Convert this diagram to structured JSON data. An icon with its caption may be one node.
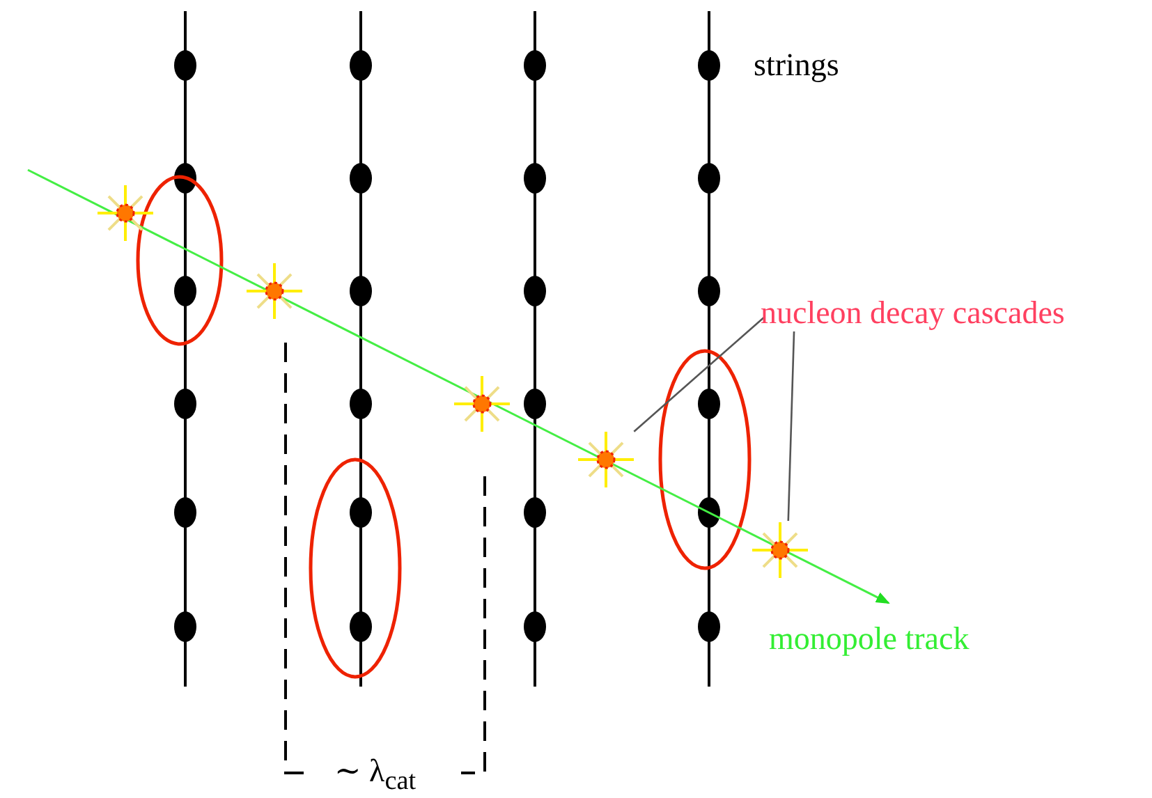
{
  "diagram": {
    "nodes": [
      {
        "text": [
          "nucleon decay cascades"
        ]
      },
      {
        "text": [],
        "shape": "star"
      },
      {
        "text": [],
        "shape": "star"
      }
    ],
    "edges": [
      {
        "from": 0,
        "to": 1,
        "arrow": "none"
      },
      {
        "from": 0,
        "to": 2,
        "arrow": "none"
      }
    ],
    "labels": [
      "strings",
      "monopole track",
      "∼ λ$_{cat}$"
    ]
  }
}
